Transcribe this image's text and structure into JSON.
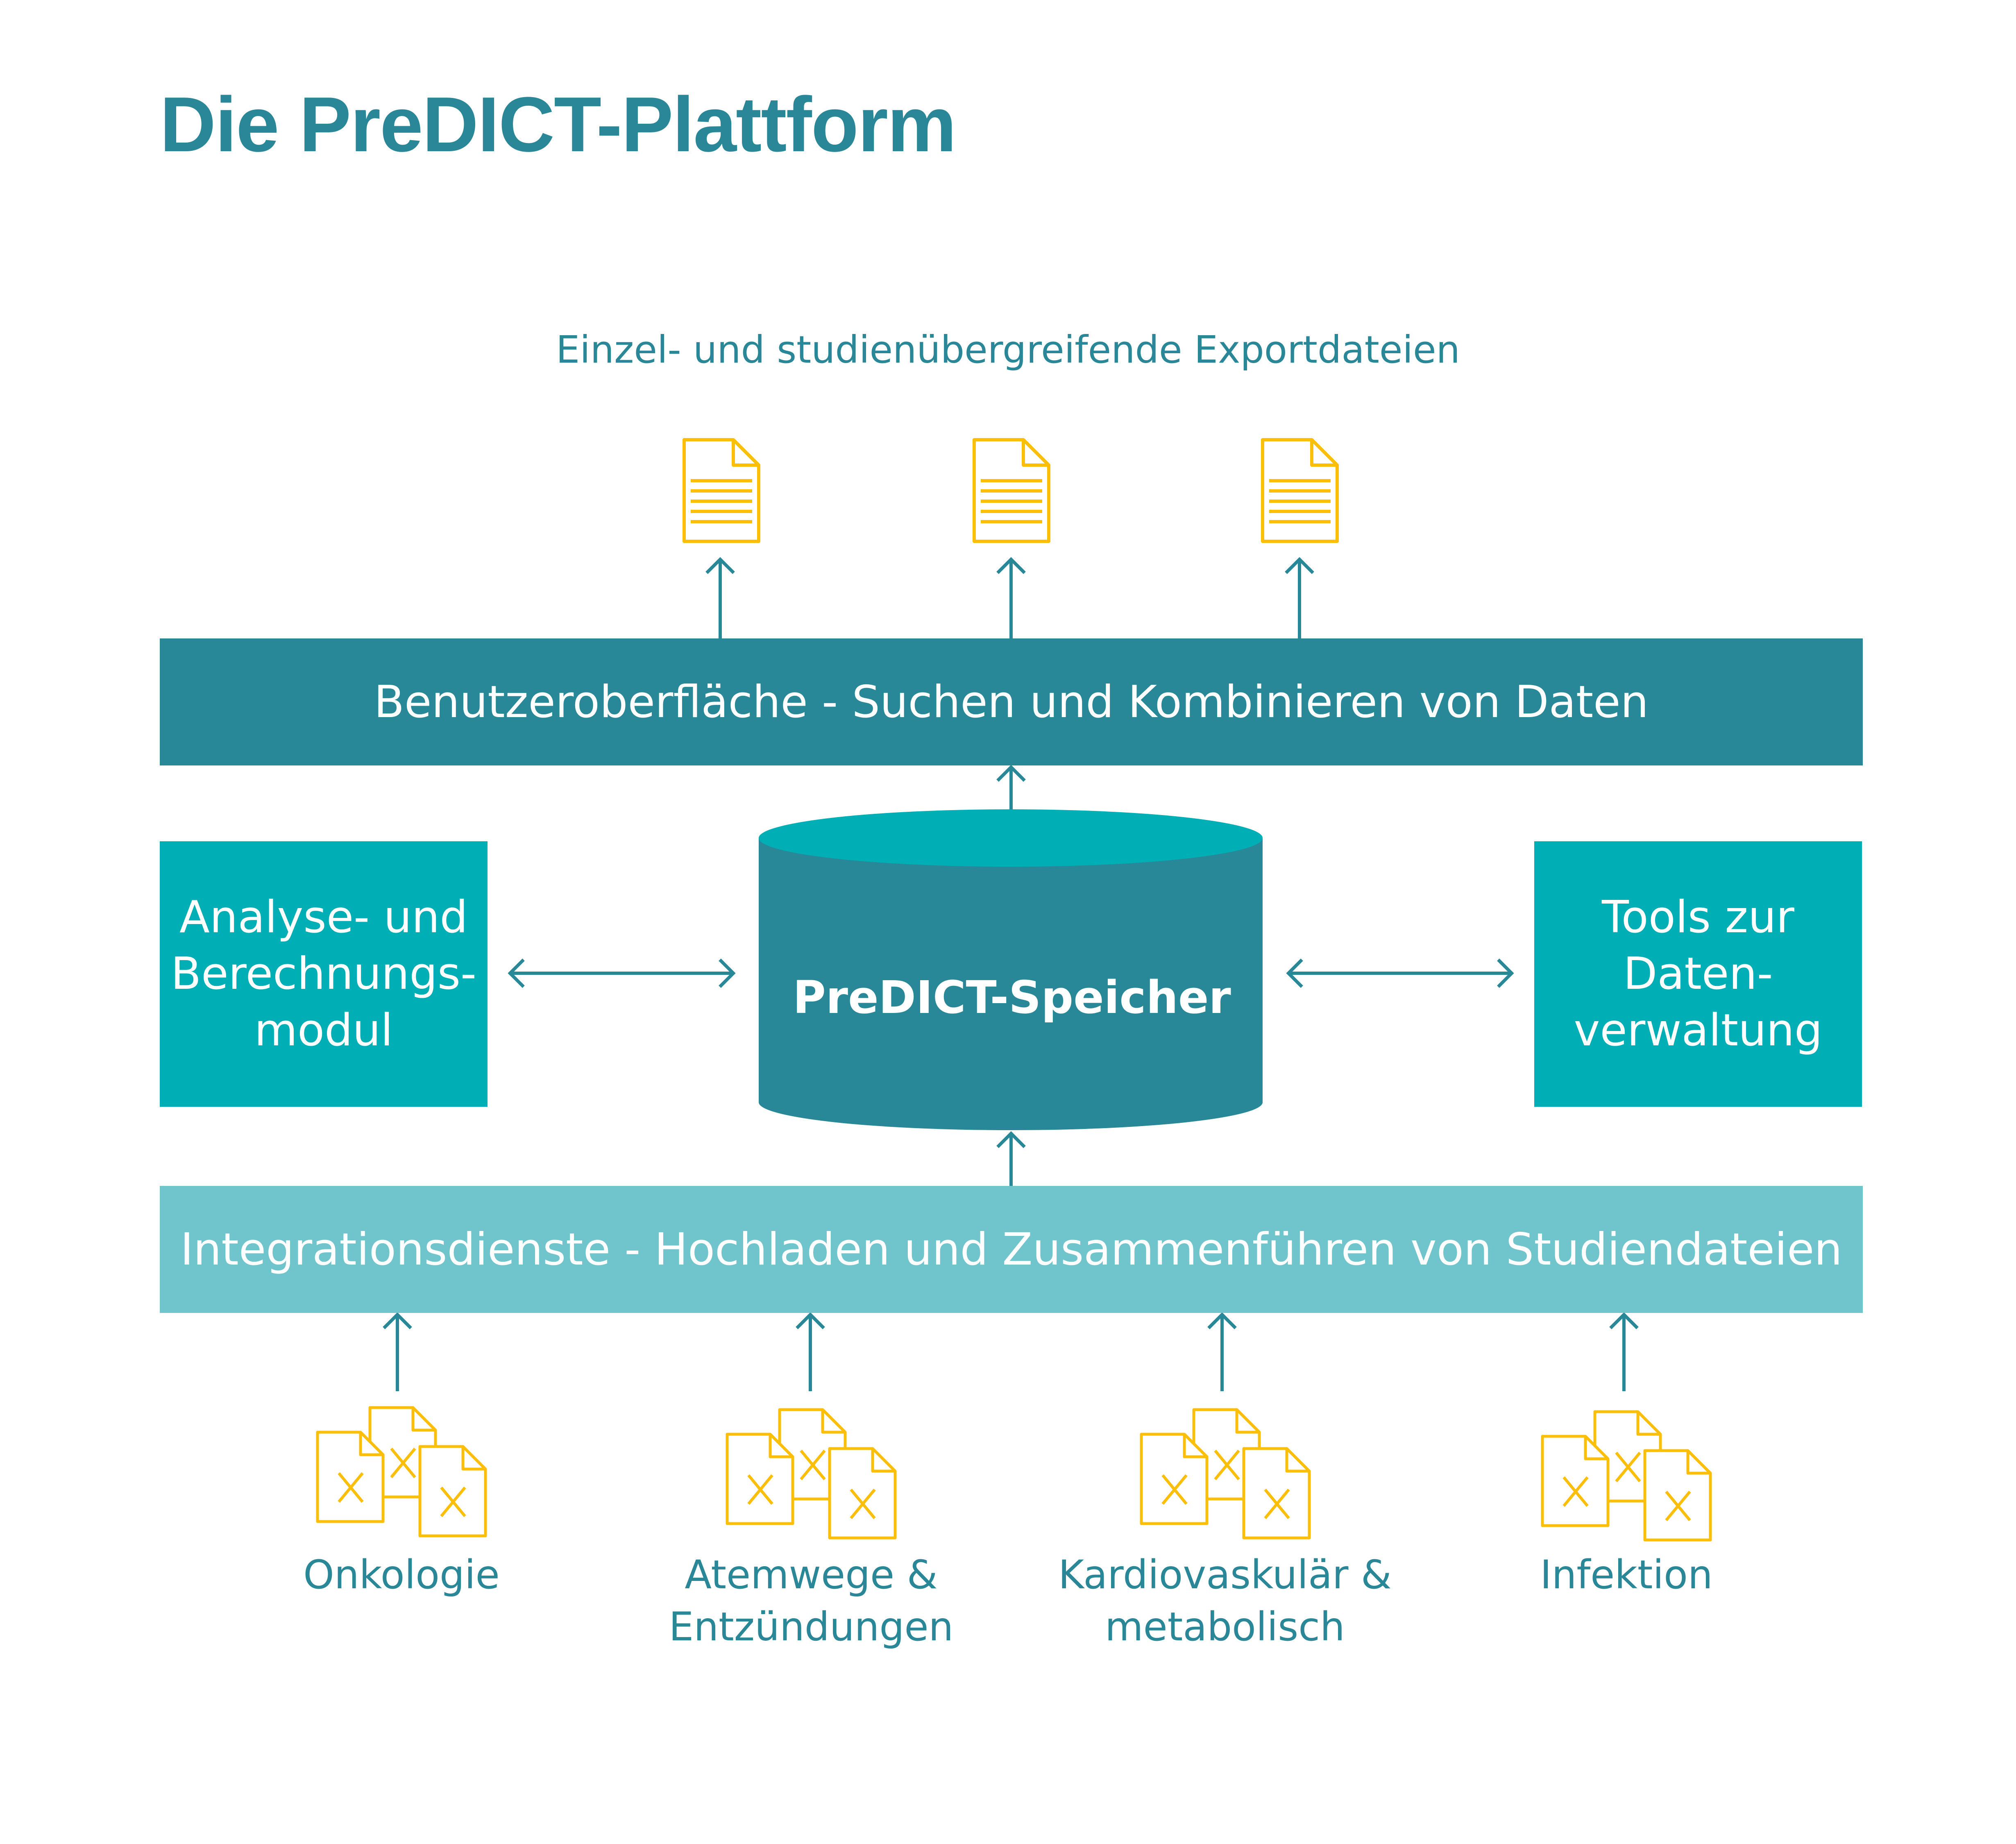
{
  "title": "Die PreDICT-Plattform",
  "export_label": "Einzel- und studienübergreifende Exportdateien",
  "ui_bar": "Benutzeroberfläche - Suchen und Kombinieren von Daten",
  "storage": "PreDICT-Speicher",
  "left_module": [
    "Analyse- und",
    "Berechnungs-",
    "modul"
  ],
  "right_module": [
    "Tools zur",
    "Daten-",
    "verwaltung"
  ],
  "integration_bar": "Integrationsdienste - Hochladen und Zusammenführen von Studiendateien",
  "categories": [
    {
      "lines": [
        "Onkologie"
      ]
    },
    {
      "lines": [
        "Atemwege &",
        "Entzündungen"
      ]
    },
    {
      "lines": [
        "Kardiovaskulär &",
        "metabolisch"
      ]
    },
    {
      "lines": [
        "Infektion"
      ]
    }
  ],
  "icons": {
    "export_file": "document-lines-icon",
    "study_files": "document-x-stack-icon"
  },
  "colors": {
    "teal_dark": "#288898",
    "teal_bright": "#00aeb5",
    "teal_light": "#70c5cc",
    "text_teal": "#2a8797",
    "icon_yellow": "#fbbf0a"
  }
}
